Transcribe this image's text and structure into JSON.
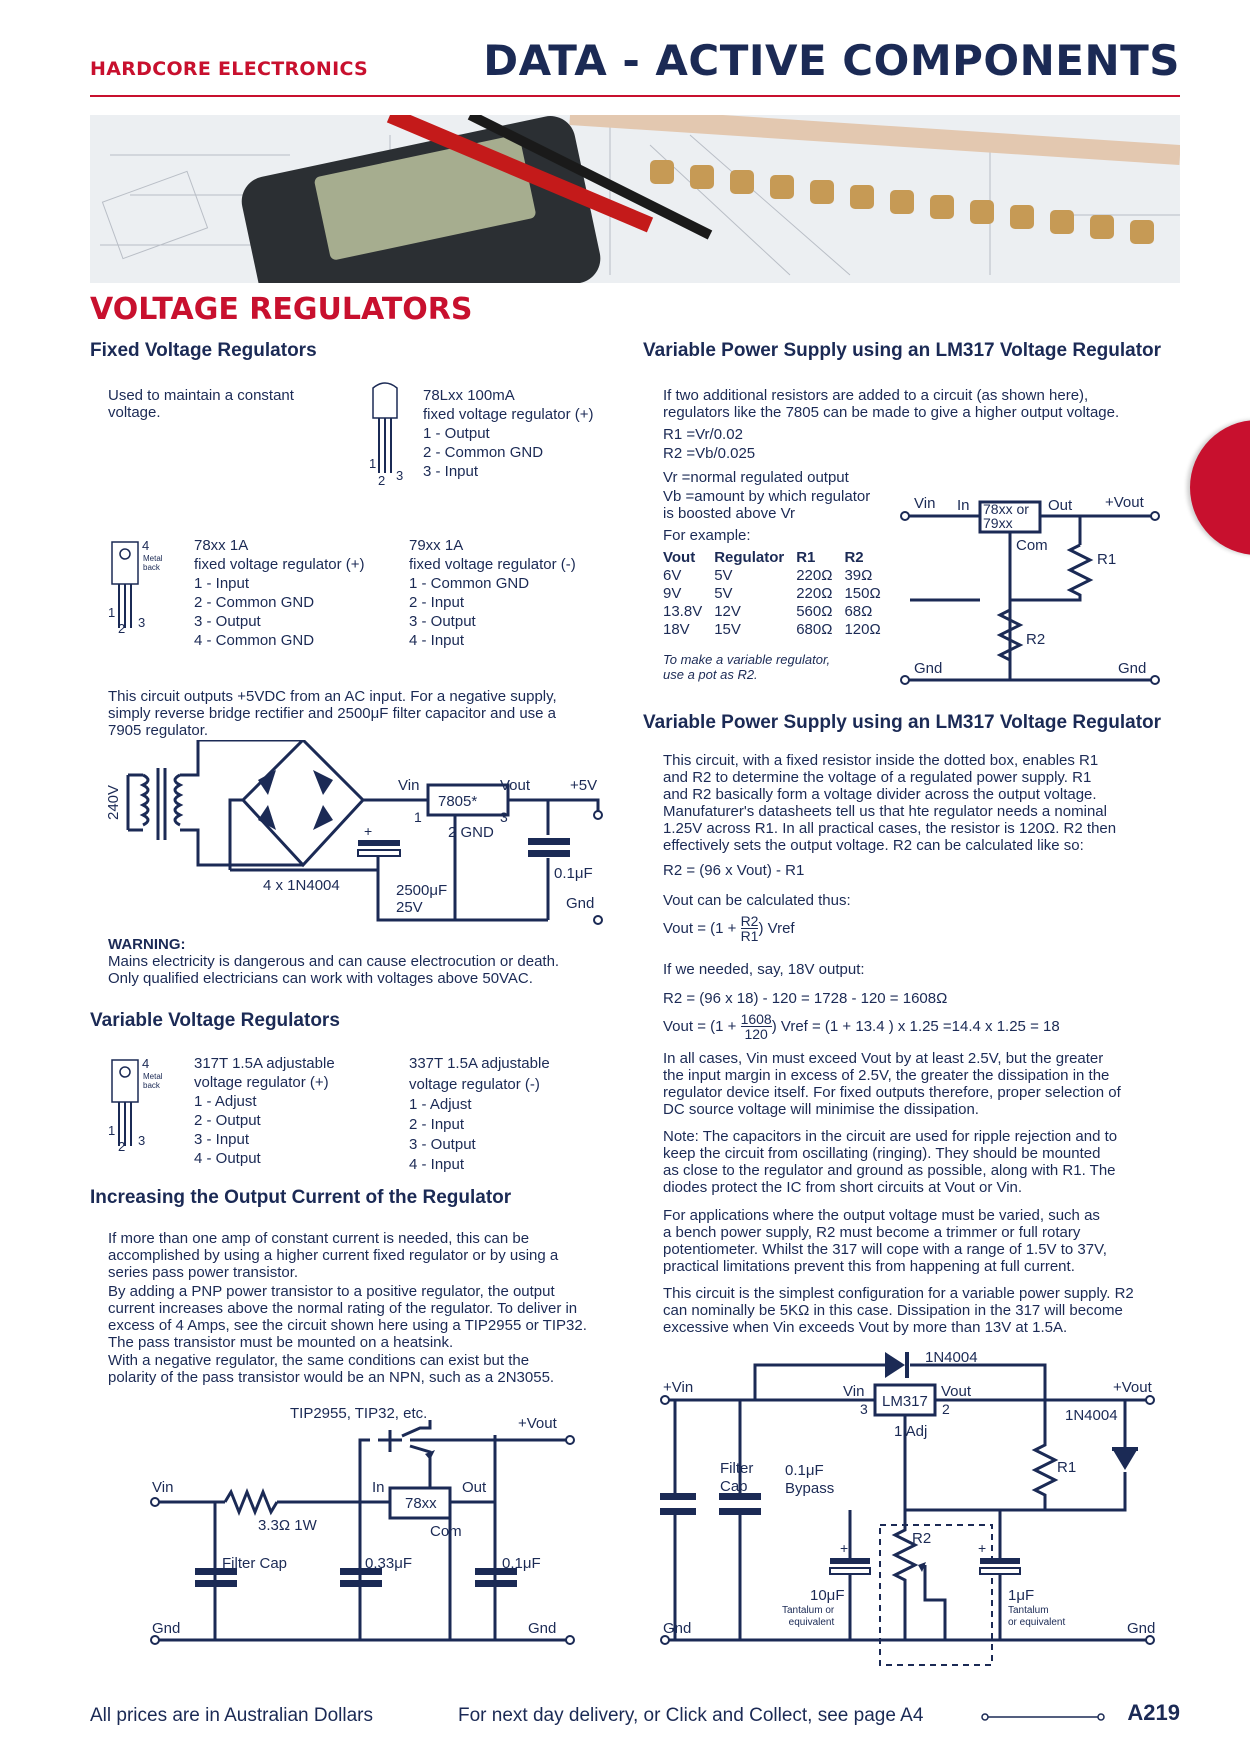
{
  "header": {
    "brand": "HARDCORE ELECTRONICS",
    "title": "DATA - ACTIVE COMPONENTS"
  },
  "section_title": "VOLTAGE REGULATORS",
  "fixed": {
    "heading": "Fixed Voltage Regulators",
    "intro": "Used to maintain a constant\nvoltage.",
    "to92": {
      "title": "78Lxx 100mA",
      "desc": "fixed voltage regulator (+)",
      "pins": [
        "1 - Output",
        "2 - Common GND",
        "3 - Input"
      ]
    },
    "reg78": {
      "title": "78xx 1A",
      "desc": "fixed voltage regulator (+)",
      "pins": [
        "1 - Input",
        "2 - Common GND",
        "3 - Output",
        "4 - Common GND"
      ]
    },
    "reg79": {
      "title": "79xx 1A",
      "desc": "fixed voltage regulator (-)",
      "pins": [
        "1 - Common GND",
        "2 - Input",
        "3 - Output",
        "4 - Input"
      ]
    },
    "pkg_labels": {
      "pin1": "1",
      "pin2": "2",
      "pin3": "3",
      "pin4": "4",
      "metal_back": "Metal\nback"
    },
    "circuit_intro": "This circuit outputs +5VDC from an AC input. For a negative supply,\nsimply reverse bridge rectifier and 2500μF filter capacitor and use a\n7905 regulator.",
    "circuit": {
      "transformer": "240V",
      "diodes": "4 x 1N4004",
      "vin": "Vin",
      "vout": "Vout",
      "plus5": "+5V",
      "reg": "7805*",
      "pin1": "1",
      "pin3": "3",
      "gnd": "2 GND",
      "plus": "+",
      "cap1": "2500μF\n25V",
      "cap2": "0.1μF",
      "gnd_label": "Gnd"
    },
    "warning_title": "WARNING:",
    "warning_text": "Mains electricity is dangerous and can cause electrocution or death.\nOnly qualified electricians can work with voltages above 50VAC."
  },
  "variable": {
    "heading": "Variable Voltage Regulators",
    "reg317": {
      "title": "317T 1.5A adjustable",
      "desc": "voltage regulator (+)",
      "pins": [
        "1 - Adjust",
        "2 - Output",
        "3 - Input",
        "4 - Output"
      ]
    },
    "reg337": {
      "title": "337T 1.5A adjustable",
      "desc": "voltage regulator (-)",
      "pins": [
        "1 - Adjust",
        "2 - Input",
        "3 - Output",
        "4 - Input"
      ]
    }
  },
  "increase": {
    "heading": "Increasing the Output Current of the Regulator",
    "p1": "If more than one amp of constant current is needed, this can be\naccomplished by using a higher current fixed regulator or by using a\nseries pass power transistor.",
    "p2": "By adding a PNP power transistor to a positive regulator, the output\ncurrent increases above the normal rating of the regulator. To deliver in\nexcess of 4 Amps, see the circuit shown here using a TIP2955 or TIP32.\nThe pass transistor must be mounted on a heatsink.",
    "p3": "With a negative regulator, the same conditions can exist but the\npolarity of the pass transistor would be an NPN, such as a 2N3055.",
    "circuit": {
      "transistor": "TIP2955, TIP32, etc.",
      "vout": "+Vout",
      "vin": "Vin",
      "res": "3.3Ω 1W",
      "in": "In",
      "out": "Out",
      "reg": "78xx",
      "com": "Com",
      "filter": "Filter Cap",
      "c2": "0.33μF",
      "c3": "0.1μF",
      "gnd": "Gnd"
    }
  },
  "vps1": {
    "heading": "Variable Power Supply using an LM317 Voltage Regulator",
    "intro": "If two additional resistors are added to a circuit (as shown here),\nregulators like the 7805 can be made to give a higher output voltage.",
    "r1": "R1  =Vr/0.02",
    "r2": "R2  =Vb/0.025",
    "vr": "Vr   =normal regulated output",
    "vb": "Vb  =amount by which regulator\n        is boosted above Vr",
    "example": "For example:",
    "table": {
      "headers": [
        "Vout",
        "Regulator",
        "R1",
        "R2"
      ],
      "rows": [
        [
          "6V",
          "5V",
          "220Ω",
          "39Ω"
        ],
        [
          "9V",
          "5V",
          "220Ω",
          "150Ω"
        ],
        [
          "13.8V",
          "12V",
          "560Ω",
          "68Ω"
        ],
        [
          "18V",
          "15V",
          "680Ω",
          "120Ω"
        ]
      ]
    },
    "note": "To make a variable regulator,\nuse a pot as R2.",
    "circuit": {
      "vin": "Vin",
      "in": "In",
      "reg": "78xx or\n79xx",
      "out": "Out",
      "vout": "+Vout",
      "com": "Com",
      "r1": "R1",
      "r2": "R2",
      "gnd": "Gnd"
    }
  },
  "vps2": {
    "heading": "Variable Power Supply using an LM317 Voltage Regulator",
    "p1": "This circuit, with a fixed resistor inside the dotted box, enables R1\nand R2 to determine the voltage of a regulated power supply. R1\nand R2 basically form a voltage divider across the output voltage.\nManufaturer's datasheets tell us that hte regulator needs a nominal\n1.25V across R1. In all practical cases, the resistor is 120Ω. R2 then\neffectively sets the output voltage. R2 can be calculated like so:",
    "f1": "R2 = (96 x Vout) - R1",
    "f2_intro": "Vout can be calculated thus:",
    "f2_pre": "Vout = (1 + ",
    "f2_num": "R2",
    "f2_den": "R1",
    "f2_post": ") Vref",
    "f3_intro": "If we needed, say, 18V output:",
    "f3": "R2 = (96 x 18) - 120 = 1728 - 120 = 1608Ω",
    "f4_pre": "Vout = (1 + ",
    "f4_num": "1608",
    "f4_den": "120",
    "f4_post": ") Vref = (1 + 13.4 ) x 1.25 =14.4 x 1.25 = 18",
    "p2": "In all cases, Vin must exceed Vout by at least 2.5V, but the greater\nthe input margin in excess of 2.5V, the greater the dissipation in the\nregulator device itself. For fixed outputs therefore, proper selection of\nDC source voltage will minimise the dissipation.",
    "p3": "Note: The capacitors in the circuit are used for ripple rejection and to\nkeep the circuit from oscillating (ringing). They should be mounted\nas close to the regulator and ground as possible, along with R1. The\ndiodes protect the IC from short circuits at Vout or Vin.",
    "p4": "For applications where the output voltage must be varied, such as\na bench power supply, R2 must become a trimmer or full rotary\npotentiometer. Whilst the 317 will cope with a range of 1.5V to 37V,\npractical limitations prevent this from happening at full current.",
    "p5": "This circuit is the simplest configuration for a variable power supply. R2\ncan nominally be 5KΩ in this case. Dissipation in the 317 will become\nexcessive when Vin exceeds Vout by more than 13V at 1.5A.",
    "circuit": {
      "diode_top": "1N4004",
      "vin_left": "+Vin",
      "vin": "Vin",
      "reg": "LM317",
      "vout": "Vout",
      "vout_right": "+Vout",
      "p3": "3",
      "p2": "2",
      "adj": "1  Adj",
      "diode_right": "1N4004",
      "r1": "R1",
      "r2": "R2",
      "filter": "Filter\nCap",
      "bypass": "0.1μF\nBypass",
      "plus": "+",
      "c10": "10μF",
      "c10_note": "Tantalum or\nequivalent",
      "c1": "1μF",
      "c1_note": "Tantalum\nor equivalent",
      "gnd": "Gnd"
    }
  },
  "footer": {
    "prices": "All prices are in Australian Dollars",
    "delivery": "For next day delivery, or Click and Collect, see page A4",
    "page": "A219"
  },
  "colors": {
    "brand_red": "#c8102e",
    "navy": "#1b2a55"
  }
}
